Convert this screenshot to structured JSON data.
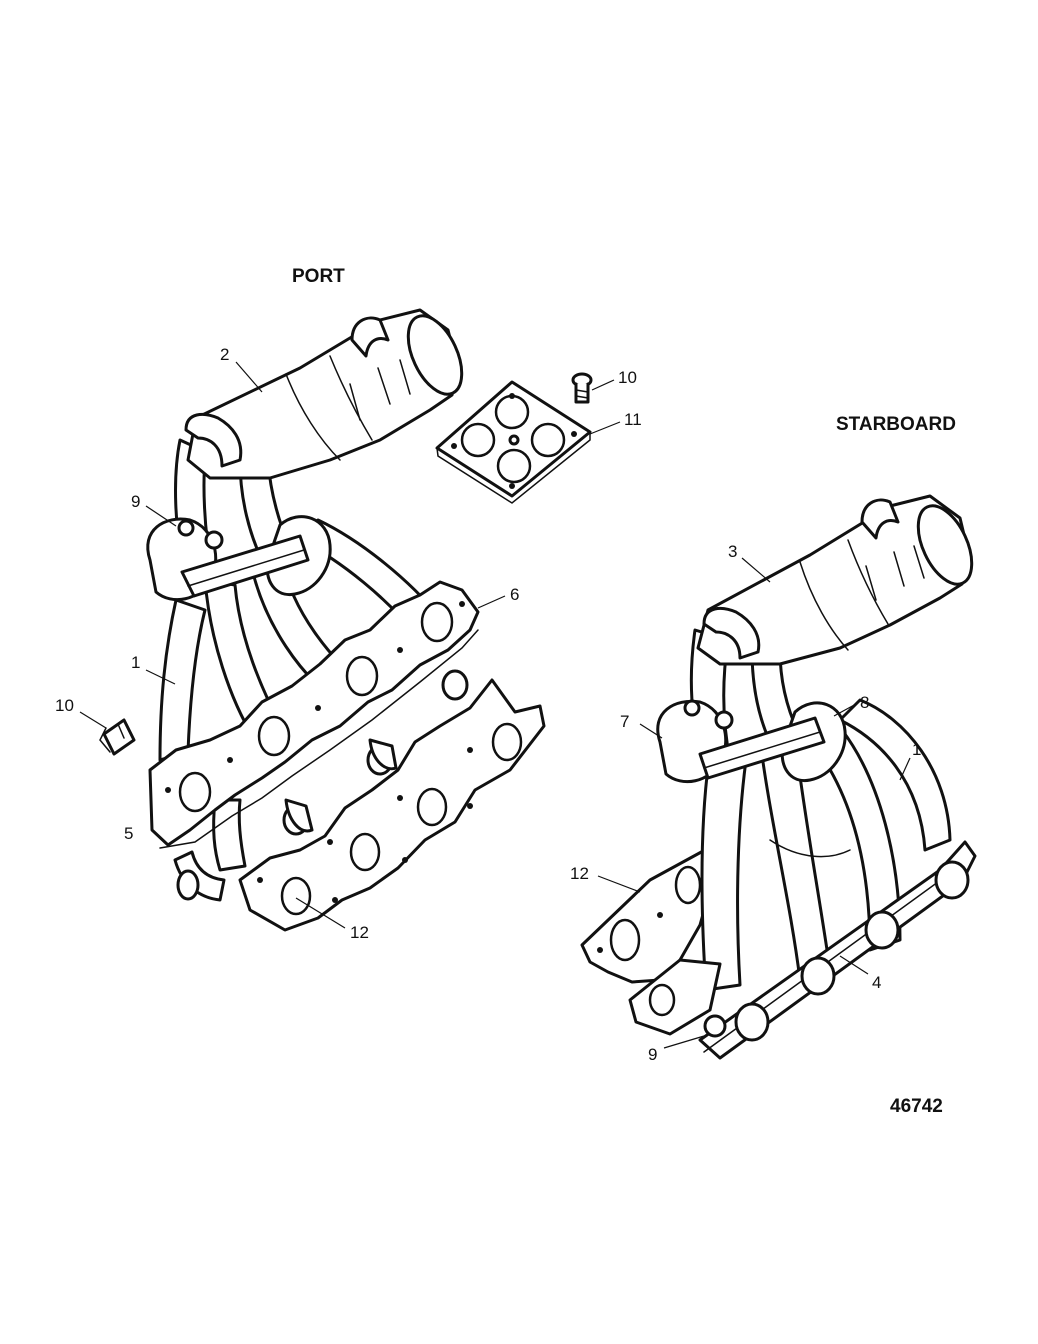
{
  "labels": {
    "port": "PORT",
    "starboard": "STARBOARD",
    "figure_number": "46742"
  },
  "callouts": {
    "port_1": "1",
    "port_2": "2",
    "port_5": "5",
    "port_6": "6",
    "port_9": "9",
    "port_10": "10",
    "top_10": "10",
    "top_11": "11",
    "port_12": "12",
    "stbd_1": "1",
    "stbd_3": "3",
    "stbd_4": "4",
    "stbd_7": "7",
    "stbd_8": "8",
    "stbd_9": "9",
    "stbd_12": "12"
  }
}
